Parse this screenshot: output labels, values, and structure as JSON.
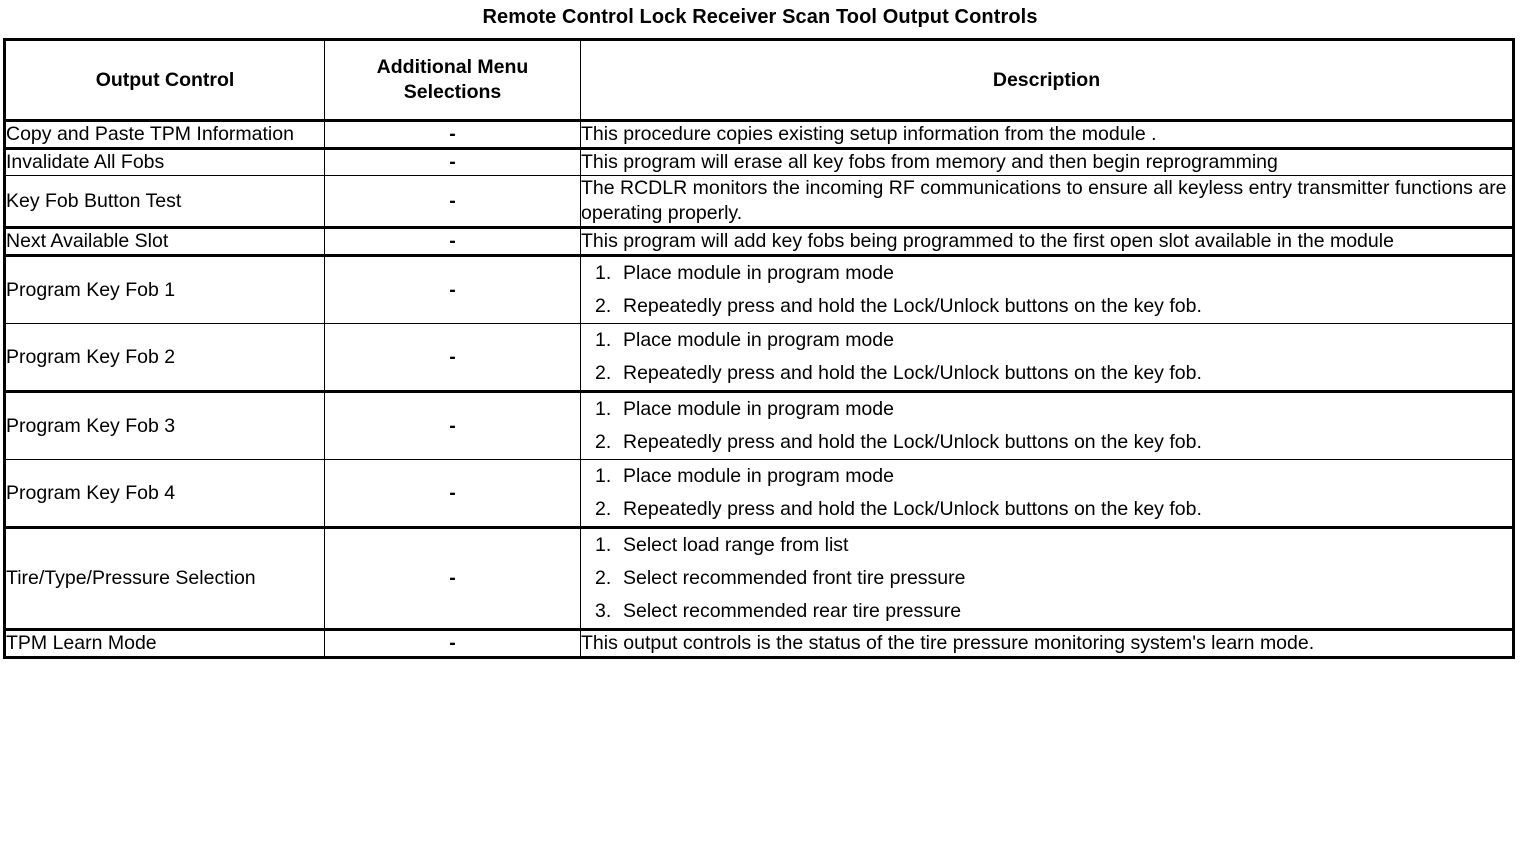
{
  "document": {
    "title": "Remote Control Lock Receiver Scan Tool Output Controls"
  },
  "table": {
    "headers": {
      "col1": "Output Control",
      "col2_line1": "Additional Menu",
      "col2_line2": "Selections",
      "col3": "Description"
    },
    "rows": [
      {
        "name": "Copy and Paste TPM Information",
        "additional": "-",
        "description_type": "paragraph",
        "description": "This procedure copies existing setup information from the module ."
      },
      {
        "name": "Invalidate All Fobs",
        "additional": "-",
        "description_type": "paragraph",
        "description": "This program will erase all key fobs from memory and then begin reprogramming"
      },
      {
        "name": "Key Fob Button Test",
        "additional": "-",
        "description_type": "paragraph",
        "description": "The RCDLR monitors the incoming RF communications to ensure all keyless entry transmitter functions are operating properly."
      },
      {
        "name": "Next Available Slot",
        "additional": "-",
        "description_type": "paragraph",
        "description": "This program will add key fobs being programmed to the first open slot available in the module"
      },
      {
        "name": "Program Key Fob 1",
        "additional": "-",
        "description_type": "steps",
        "steps": [
          "Place module in program mode",
          "Repeatedly press and hold the Lock/Unlock buttons on the key fob."
        ]
      },
      {
        "name": "Program Key Fob 2",
        "additional": "-",
        "description_type": "steps",
        "steps": [
          "Place module in program mode",
          "Repeatedly press and hold the Lock/Unlock buttons on the key fob."
        ]
      },
      {
        "name": "Program Key Fob 3",
        "additional": "-",
        "description_type": "steps",
        "steps": [
          "Place module in program mode",
          "Repeatedly press and hold the Lock/Unlock buttons on the key fob."
        ]
      },
      {
        "name": "Program Key Fob 4",
        "additional": "-",
        "description_type": "steps",
        "steps": [
          "Place module in program mode",
          "Repeatedly press and hold the Lock/Unlock buttons on the key fob."
        ]
      },
      {
        "name": "Tire/Type/Pressure Selection",
        "additional": "-",
        "description_type": "steps",
        "steps": [
          "Select load range from list",
          "Select recommended front tire pressure",
          "Select recommended rear tire pressure"
        ]
      },
      {
        "name": "TPM Learn Mode",
        "additional": "-",
        "description_type": "paragraph",
        "description": "This output controls is the status of the tire pressure monitoring system's learn mode."
      }
    ]
  }
}
